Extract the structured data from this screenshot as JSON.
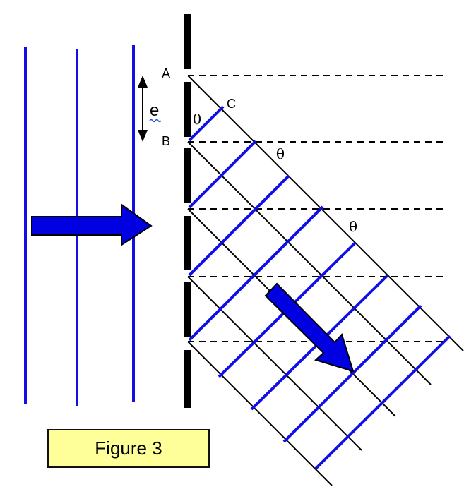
{
  "labels": {
    "point_a": "A",
    "point_b": "B",
    "point_c": "C",
    "spacing": "e",
    "angle_1": "θ",
    "angle_2": "θ",
    "angle_3": "θ"
  },
  "caption": "Figure 3",
  "colors": {
    "wavefront": "#1010e6",
    "arrow_fill": "#0000e0",
    "arrow_stroke": "#000000",
    "screen": "#000000",
    "caption_bg": "#ffff99"
  }
}
